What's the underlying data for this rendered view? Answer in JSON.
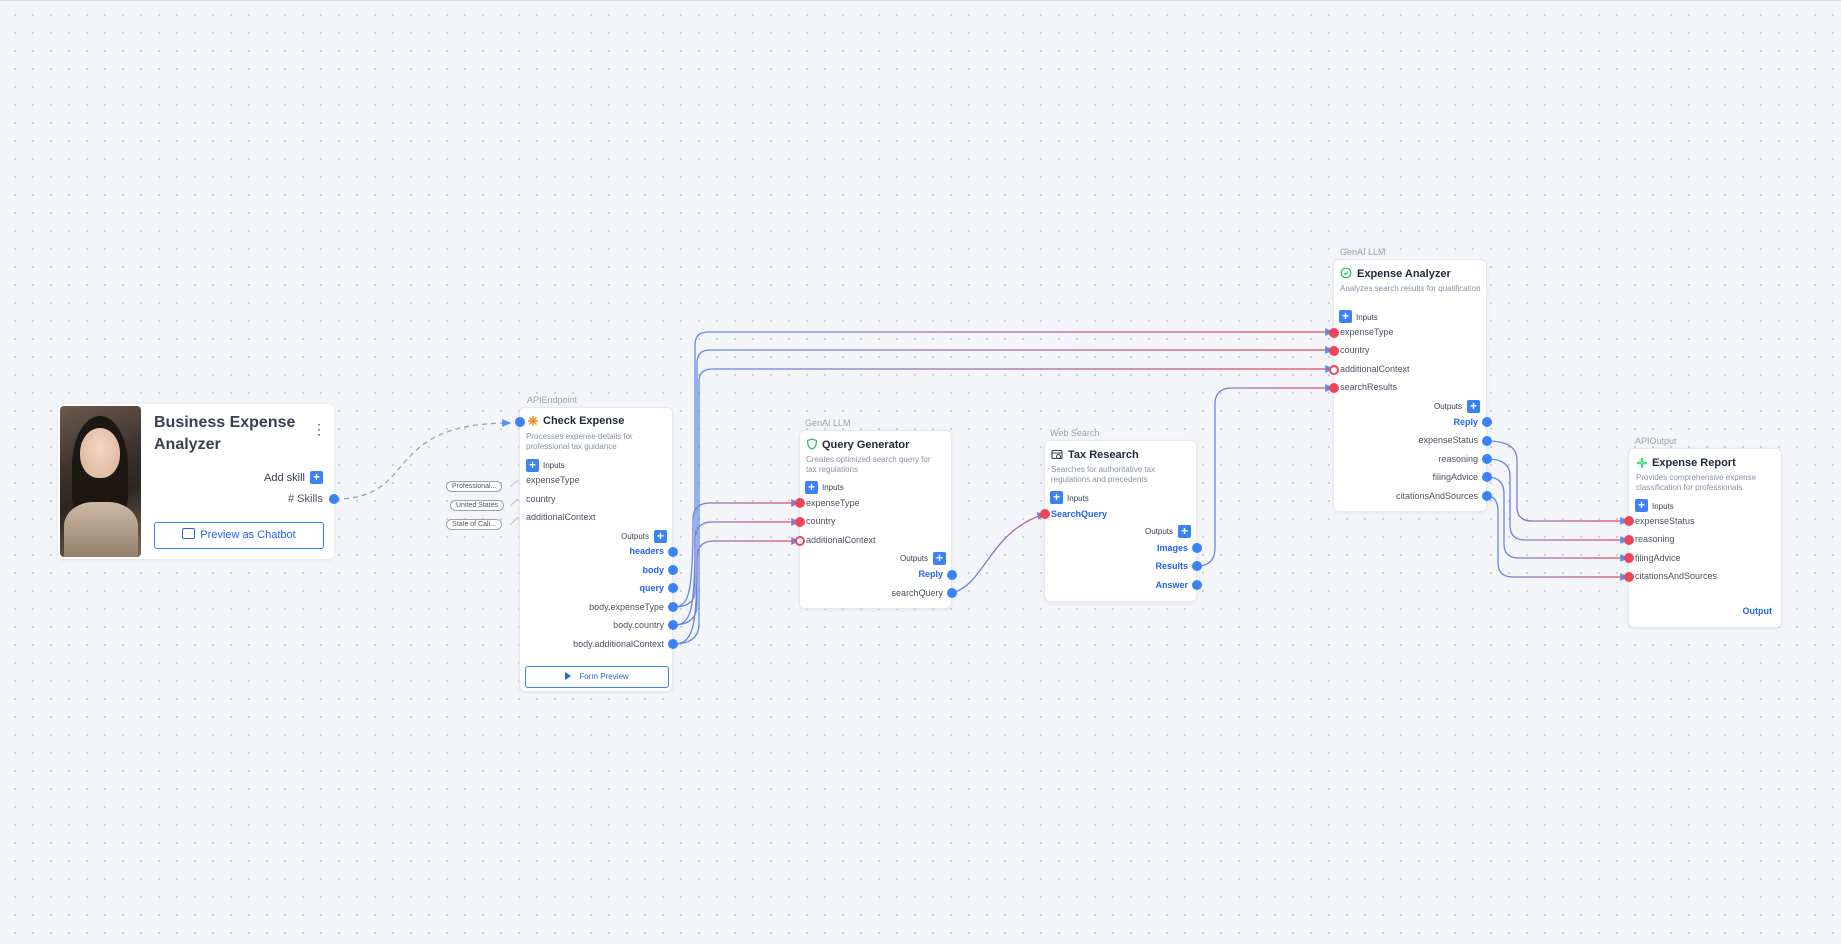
{
  "agent": {
    "name": "Business Expense Analyzer",
    "add_skill_label": "Add skill",
    "skills_label": "# Skills",
    "preview_button": "Preview as Chatbot"
  },
  "chips": [
    "Professional...",
    "United States",
    "State of Cali..."
  ],
  "nodes": {
    "check_expense": {
      "type": "APIEndpoint",
      "title": "Check Expense",
      "description": "Processes expense details for professional tax guidance",
      "inputs_label": "Inputs",
      "inputs": [
        "expenseType",
        "country",
        "additionalContext"
      ],
      "outputs_label": "Outputs",
      "outputs": [
        "headers",
        "body",
        "query",
        "body.expenseType",
        "body.country",
        "body.additionalContext"
      ],
      "form_preview": "Form Preview"
    },
    "query_generator": {
      "type": "GenAI LLM",
      "title": "Query Generator",
      "description": "Creates optimized search query for tax regulations",
      "inputs_label": "Inputs",
      "inputs": [
        "expenseType",
        "country",
        "additionalContext"
      ],
      "outputs_label": "Outputs",
      "outputs": [
        "Reply",
        "searchQuery"
      ]
    },
    "tax_research": {
      "type": "Web Search",
      "title": "Tax Research",
      "description": "Searches for authoritative tax regulations and precedents",
      "inputs_label": "Inputs",
      "inputs": [
        "SearchQuery"
      ],
      "outputs_label": "Outputs",
      "outputs": [
        "Images",
        "Results",
        "Answer"
      ]
    },
    "expense_analyzer": {
      "type": "GenAI LLM",
      "title": "Expense Analyzer",
      "description": "Analyzes search results for qualification",
      "inputs_label": "Inputs",
      "inputs": [
        "expenseType",
        "country",
        "additionalContext",
        "searchResults"
      ],
      "outputs_label": "Outputs",
      "outputs": [
        "Reply",
        "expenseStatus",
        "reasoning",
        "filingAdvice",
        "citationsAndSources"
      ]
    },
    "expense_report": {
      "type": "APIOutput",
      "title": "Expense Report",
      "description": "Provides comprehensive expense classification for professionals",
      "inputs_label": "Inputs",
      "inputs": [
        "expenseStatus",
        "reasoning",
        "filingAdvice",
        "citationsAndSources"
      ],
      "output_label": "Output"
    }
  },
  "colors": {
    "accent": "#3b82f6",
    "wire_blue": "#5b8def",
    "wire_red": "#ef4558",
    "canvas": "#f3f5f8"
  }
}
